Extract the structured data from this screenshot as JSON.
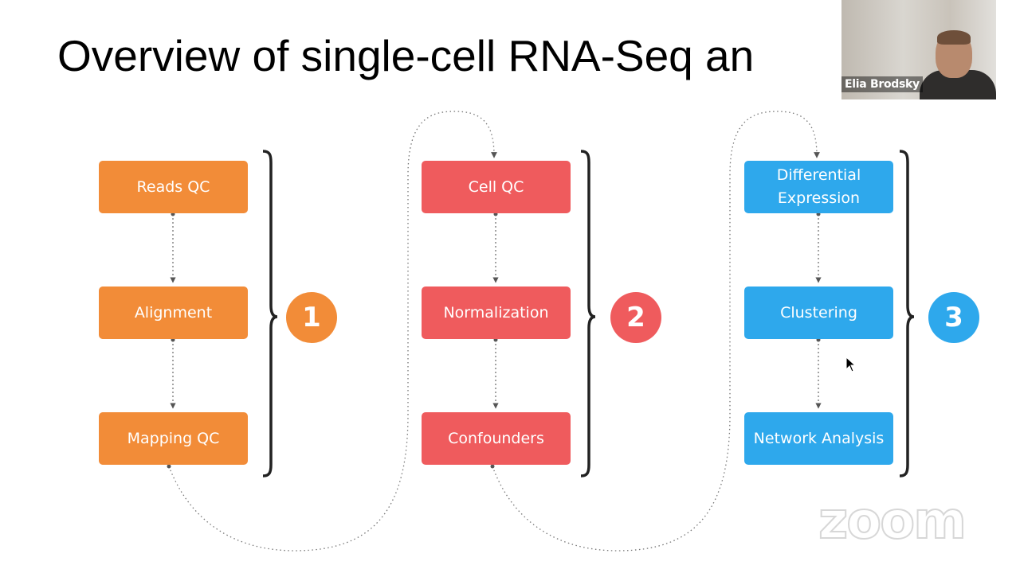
{
  "slide": {
    "title": "Overview of single-cell RNA-Seq an"
  },
  "stages": [
    {
      "number": "1",
      "color": "#f28c38",
      "steps": [
        "Reads QC",
        "Alignment",
        "Mapping QC"
      ]
    },
    {
      "number": "2",
      "color": "#ef5b5d",
      "steps": [
        "Cell QC",
        "Normalization",
        "Confounders"
      ]
    },
    {
      "number": "3",
      "color": "#2ea8ec",
      "steps": [
        "Differential\nExpression",
        "Clustering",
        "Network Analysis"
      ]
    }
  ],
  "video": {
    "participant_name": "Elia Brodsky"
  },
  "branding": {
    "watermark": "zoom"
  },
  "icons": {
    "cursor": "arrow-cursor-icon"
  }
}
